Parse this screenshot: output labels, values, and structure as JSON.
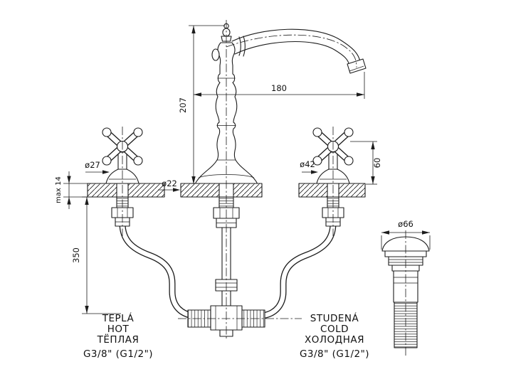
{
  "drawing": {
    "dims": {
      "spout_reach": "180",
      "spout_height": "207",
      "handle_height": "60",
      "handle_dia": "ø27",
      "deck_hole_dia": "ø22",
      "rosette_dia": "ø42",
      "deck_thickness_max": "max 14",
      "supply_length": "350",
      "waste_cap_dia": "ø66"
    },
    "hot_label": {
      "l1": "TEPLÁ",
      "l2": "HOT",
      "l3": "ТЁПЛАЯ",
      "l4": "G3/8\" (G1/2\")"
    },
    "cold_label": {
      "l1": "STUDENÁ",
      "l2": "COLD",
      "l3": "ХОЛОДНАЯ",
      "l4": "G3/8\" (G1/2\")"
    }
  }
}
